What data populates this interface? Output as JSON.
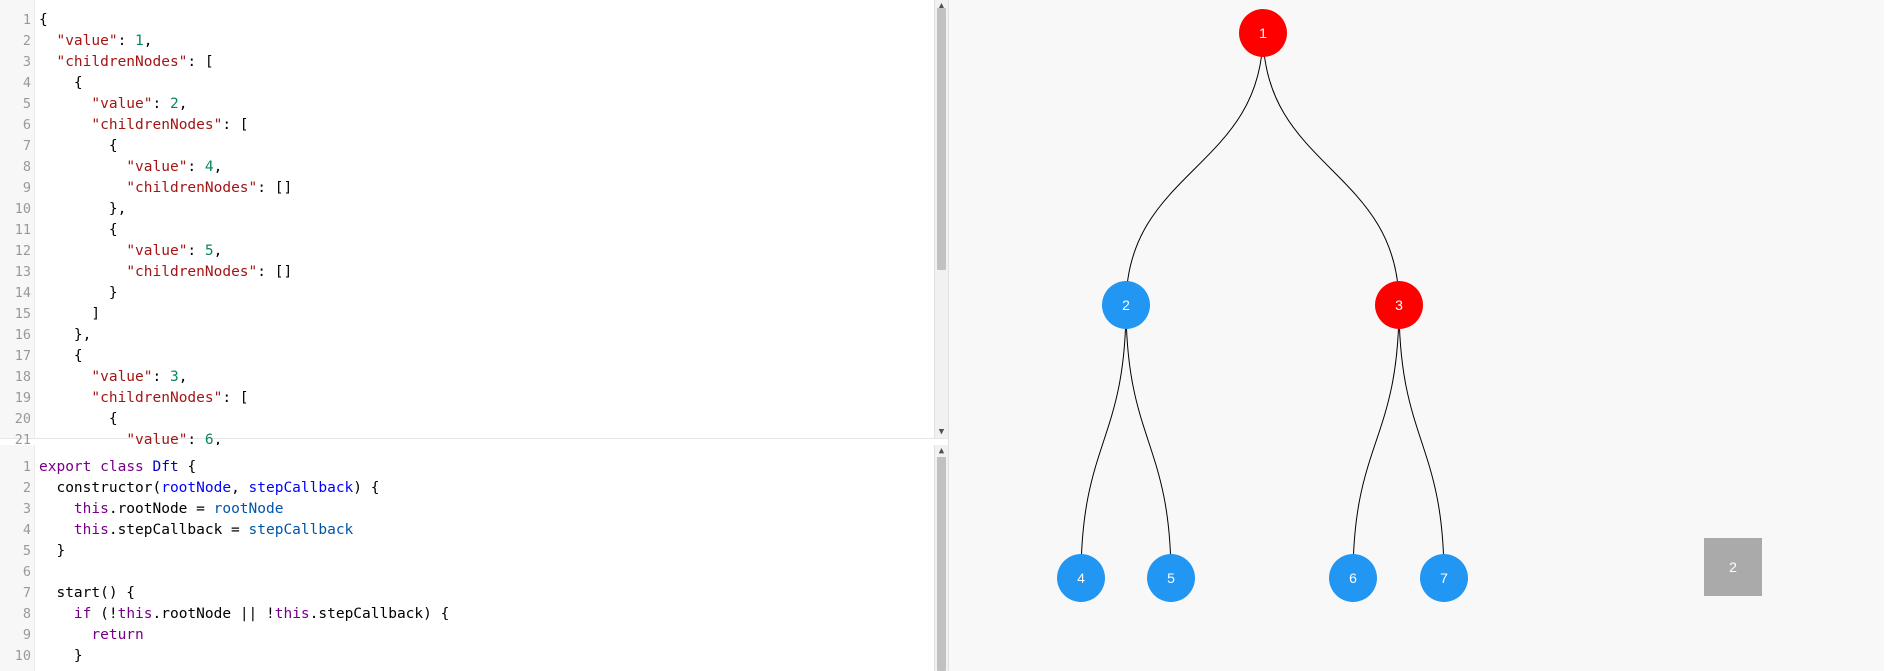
{
  "json_editor": {
    "lines": [
      [
        {
          "t": "p",
          "v": "{"
        }
      ],
      [
        {
          "t": "p",
          "v": "  "
        },
        {
          "t": "str",
          "v": "\"value\""
        },
        {
          "t": "p",
          "v": ": "
        },
        {
          "t": "num",
          "v": "1"
        },
        {
          "t": "p",
          "v": ","
        }
      ],
      [
        {
          "t": "p",
          "v": "  "
        },
        {
          "t": "str",
          "v": "\"childrenNodes\""
        },
        {
          "t": "p",
          "v": ": ["
        }
      ],
      [
        {
          "t": "p",
          "v": "    {"
        }
      ],
      [
        {
          "t": "p",
          "v": "      "
        },
        {
          "t": "str",
          "v": "\"value\""
        },
        {
          "t": "p",
          "v": ": "
        },
        {
          "t": "num",
          "v": "2"
        },
        {
          "t": "p",
          "v": ","
        }
      ],
      [
        {
          "t": "p",
          "v": "      "
        },
        {
          "t": "str",
          "v": "\"childrenNodes\""
        },
        {
          "t": "p",
          "v": ": ["
        }
      ],
      [
        {
          "t": "p",
          "v": "        {"
        }
      ],
      [
        {
          "t": "p",
          "v": "          "
        },
        {
          "t": "str",
          "v": "\"value\""
        },
        {
          "t": "p",
          "v": ": "
        },
        {
          "t": "num",
          "v": "4"
        },
        {
          "t": "p",
          "v": ","
        }
      ],
      [
        {
          "t": "p",
          "v": "          "
        },
        {
          "t": "str",
          "v": "\"childrenNodes\""
        },
        {
          "t": "p",
          "v": ": []"
        }
      ],
      [
        {
          "t": "p",
          "v": "        },"
        }
      ],
      [
        {
          "t": "p",
          "v": "        {"
        }
      ],
      [
        {
          "t": "p",
          "v": "          "
        },
        {
          "t": "str",
          "v": "\"value\""
        },
        {
          "t": "p",
          "v": ": "
        },
        {
          "t": "num",
          "v": "5"
        },
        {
          "t": "p",
          "v": ","
        }
      ],
      [
        {
          "t": "p",
          "v": "          "
        },
        {
          "t": "str",
          "v": "\"childrenNodes\""
        },
        {
          "t": "p",
          "v": ": []"
        }
      ],
      [
        {
          "t": "p",
          "v": "        }"
        }
      ],
      [
        {
          "t": "p",
          "v": "      ]"
        }
      ],
      [
        {
          "t": "p",
          "v": "    },"
        }
      ],
      [
        {
          "t": "p",
          "v": "    {"
        }
      ],
      [
        {
          "t": "p",
          "v": "      "
        },
        {
          "t": "str",
          "v": "\"value\""
        },
        {
          "t": "p",
          "v": ": "
        },
        {
          "t": "num",
          "v": "3"
        },
        {
          "t": "p",
          "v": ","
        }
      ],
      [
        {
          "t": "p",
          "v": "      "
        },
        {
          "t": "str",
          "v": "\"childrenNodes\""
        },
        {
          "t": "p",
          "v": ": ["
        }
      ],
      [
        {
          "t": "p",
          "v": "        {"
        }
      ],
      [
        {
          "t": "p",
          "v": "          "
        },
        {
          "t": "str",
          "v": "\"value\""
        },
        {
          "t": "p",
          "v": ": "
        },
        {
          "t": "num",
          "v": "6"
        },
        {
          "t": "p",
          "v": ","
        }
      ]
    ]
  },
  "js_editor": {
    "lines": [
      [
        {
          "t": "kw",
          "v": "export"
        },
        {
          "t": "p",
          "v": " "
        },
        {
          "t": "kw",
          "v": "class"
        },
        {
          "t": "p",
          "v": " "
        },
        {
          "t": "cls",
          "v": "Dft"
        },
        {
          "t": "p",
          "v": " {"
        }
      ],
      [
        {
          "t": "p",
          "v": "  constructor("
        },
        {
          "t": "def",
          "v": "rootNode"
        },
        {
          "t": "p",
          "v": ", "
        },
        {
          "t": "def",
          "v": "stepCallback"
        },
        {
          "t": "p",
          "v": ") {"
        }
      ],
      [
        {
          "t": "p",
          "v": "    "
        },
        {
          "t": "kw",
          "v": "this"
        },
        {
          "t": "p",
          "v": ".rootNode = "
        },
        {
          "t": "var",
          "v": "rootNode"
        }
      ],
      [
        {
          "t": "p",
          "v": "    "
        },
        {
          "t": "kw",
          "v": "this"
        },
        {
          "t": "p",
          "v": ".stepCallback = "
        },
        {
          "t": "var",
          "v": "stepCallback"
        }
      ],
      [
        {
          "t": "p",
          "v": "  }"
        }
      ],
      [
        {
          "t": "p",
          "v": ""
        }
      ],
      [
        {
          "t": "p",
          "v": "  start() {"
        }
      ],
      [
        {
          "t": "p",
          "v": "    "
        },
        {
          "t": "kw",
          "v": "if"
        },
        {
          "t": "p",
          "v": " (!"
        },
        {
          "t": "kw",
          "v": "this"
        },
        {
          "t": "p",
          "v": ".rootNode || !"
        },
        {
          "t": "kw",
          "v": "this"
        },
        {
          "t": "p",
          "v": ".stepCallback) {"
        }
      ],
      [
        {
          "t": "p",
          "v": "      "
        },
        {
          "t": "kw",
          "v": "return"
        }
      ],
      [
        {
          "t": "p",
          "v": "    }"
        }
      ]
    ]
  },
  "tree": {
    "colors": {
      "visited": "#ff0000",
      "unvisited": "#2196f3",
      "edge": "#000000",
      "stack": "#aaaaaa"
    },
    "nodes": [
      {
        "id": "n1",
        "label": "1",
        "state": "visited"
      },
      {
        "id": "n2",
        "label": "2",
        "state": "unvisited"
      },
      {
        "id": "n3",
        "label": "3",
        "state": "visited"
      },
      {
        "id": "n4",
        "label": "4",
        "state": "unvisited"
      },
      {
        "id": "n5",
        "label": "5",
        "state": "unvisited"
      },
      {
        "id": "n6",
        "label": "6",
        "state": "unvisited"
      },
      {
        "id": "n7",
        "label": "7",
        "state": "unvisited"
      }
    ],
    "edges": [
      [
        "n1",
        "n2"
      ],
      [
        "n1",
        "n3"
      ],
      [
        "n2",
        "n4"
      ],
      [
        "n2",
        "n5"
      ],
      [
        "n3",
        "n6"
      ],
      [
        "n3",
        "n7"
      ]
    ],
    "stack": [
      "2"
    ]
  }
}
